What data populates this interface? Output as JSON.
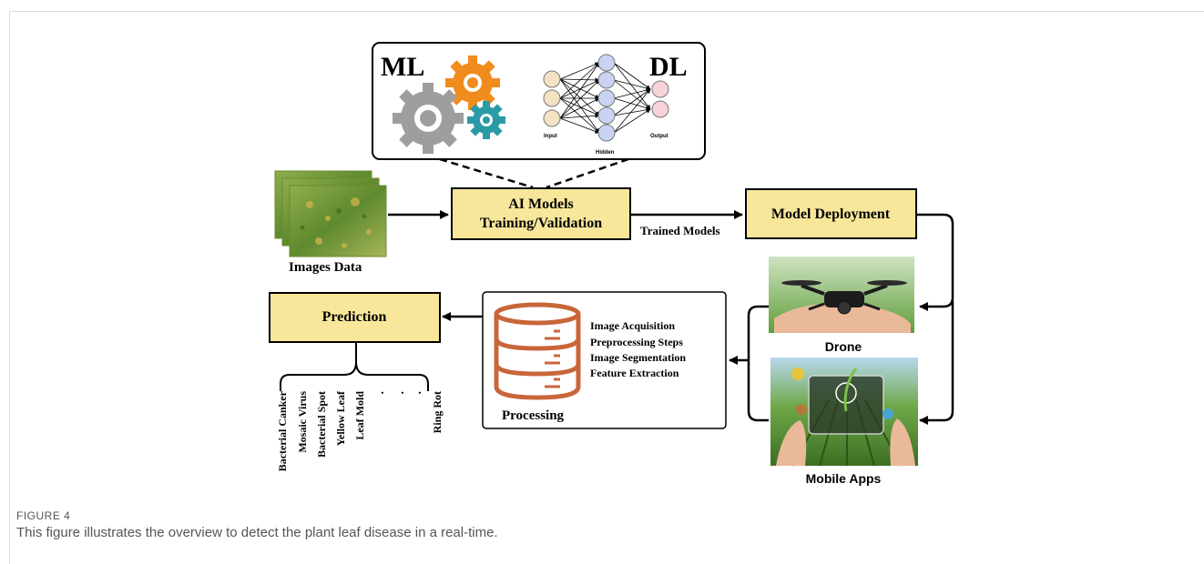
{
  "diagram": {
    "ml_label": "ML",
    "dl_label": "DL",
    "nn": {
      "input_label": "Input",
      "hidden_label": "Hidden",
      "output_label": "Output"
    },
    "images_label": "Images Data",
    "ai_models_line1": "AI Models",
    "ai_models_line2": "Training/Validation",
    "trained_models_label": "Trained Models",
    "model_deployment_label": "Model Deployment",
    "drone_label": "Drone",
    "mobile_apps_label": "Mobile Apps",
    "processing_title": "Processing",
    "processing_steps": [
      "Image Acquisition",
      "Preprocessing Steps",
      "Image Segmentation",
      "Feature Extraction"
    ],
    "prediction_label": "Prediction",
    "disease_classes": [
      "Bacterial Canker",
      "Mosaic Virus",
      "Bacterial Spot",
      "Yellow Leaf",
      "Leaf Mold",
      "Ring Rot"
    ],
    "ellipsis_dots": ".",
    "colors": {
      "box_fill": "#f8e79b",
      "gear_orange": "#f08c1e",
      "gear_gray": "#9e9e9e",
      "gear_teal": "#2a9ba6",
      "database": "#c8663a",
      "nn_input": "#f3e2c4",
      "nn_hidden": "#c9d4f4",
      "nn_output": "#f7d2d6"
    }
  },
  "caption": {
    "label": "FIGURE 4",
    "text": "This figure illustrates the overview to detect the plant leaf disease in a real-time."
  }
}
